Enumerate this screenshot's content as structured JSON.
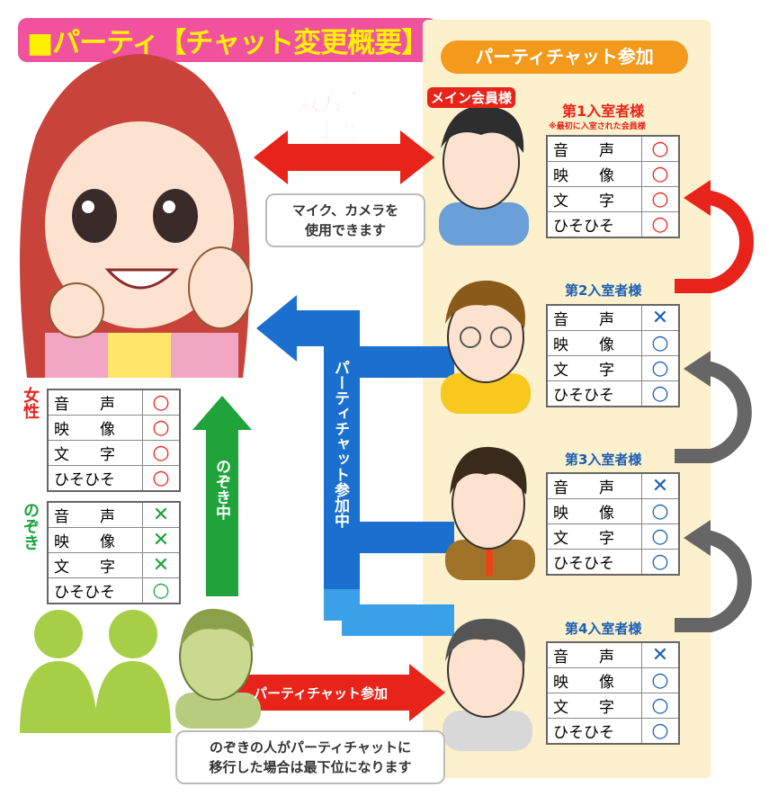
{
  "title": "■パーティ【チャット変更概要】",
  "panel_title": "パーティチャット参加",
  "two_way": {
    "line1": "双方向",
    "line2": "可能"
  },
  "mic_bubble": {
    "line1": "マイク、カメラを",
    "line2": "使用できます"
  },
  "main_member_label": "メイン会員様",
  "members": [
    {
      "label": "第1入室者様",
      "note": "※最初に入室された会員様",
      "rows": [
        {
          "key": "音　　声",
          "mark": "○"
        },
        {
          "key": "映　　像",
          "mark": "○"
        },
        {
          "key": "文　　字",
          "mark": "○"
        },
        {
          "key": "ひそひそ",
          "mark": "○"
        }
      ],
      "color": "#e8231a"
    },
    {
      "label": "第2入室者様",
      "rows": [
        {
          "key": "音　　声",
          "mark": "✕"
        },
        {
          "key": "映　　像",
          "mark": "○"
        },
        {
          "key": "文　　字",
          "mark": "○"
        },
        {
          "key": "ひそひそ",
          "mark": "○"
        }
      ],
      "color": "#1a5fb4"
    },
    {
      "label": "第3入室者様",
      "rows": [
        {
          "key": "音　　声",
          "mark": "✕"
        },
        {
          "key": "映　　像",
          "mark": "○"
        },
        {
          "key": "文　　字",
          "mark": "○"
        },
        {
          "key": "ひそひそ",
          "mark": "○"
        }
      ],
      "color": "#1a5fb4"
    },
    {
      "label": "第4入室者様",
      "rows": [
        {
          "key": "音　　声",
          "mark": "✕"
        },
        {
          "key": "映　　像",
          "mark": "○"
        },
        {
          "key": "文　　字",
          "mark": "○"
        },
        {
          "key": "ひそひそ",
          "mark": "○"
        }
      ],
      "color": "#1a5fb4"
    }
  ],
  "woman": {
    "label": "女性",
    "rows": [
      {
        "key": "音　　声",
        "mark": "○"
      },
      {
        "key": "映　　像",
        "mark": "○"
      },
      {
        "key": "文　　字",
        "mark": "○"
      },
      {
        "key": "ひそひそ",
        "mark": "○"
      }
    ],
    "color": "#e8231a"
  },
  "peek": {
    "label": "のぞき",
    "rows": [
      {
        "key": "音　　声",
        "mark": "✕"
      },
      {
        "key": "映　　像",
        "mark": "✕"
      },
      {
        "key": "文　　字",
        "mark": "✕"
      },
      {
        "key": "ひそひそ",
        "mark": "○"
      }
    ],
    "color": "#1aa33a"
  },
  "peeking_arrow": "のぞき中",
  "party_in_arrow": "パーティチャット参加中",
  "join_arrow": "パーティチャット参加",
  "bottom_bubble": {
    "line1": "のぞきの人がパーティチャットに",
    "line2": "移行した場合は最下位になります"
  }
}
